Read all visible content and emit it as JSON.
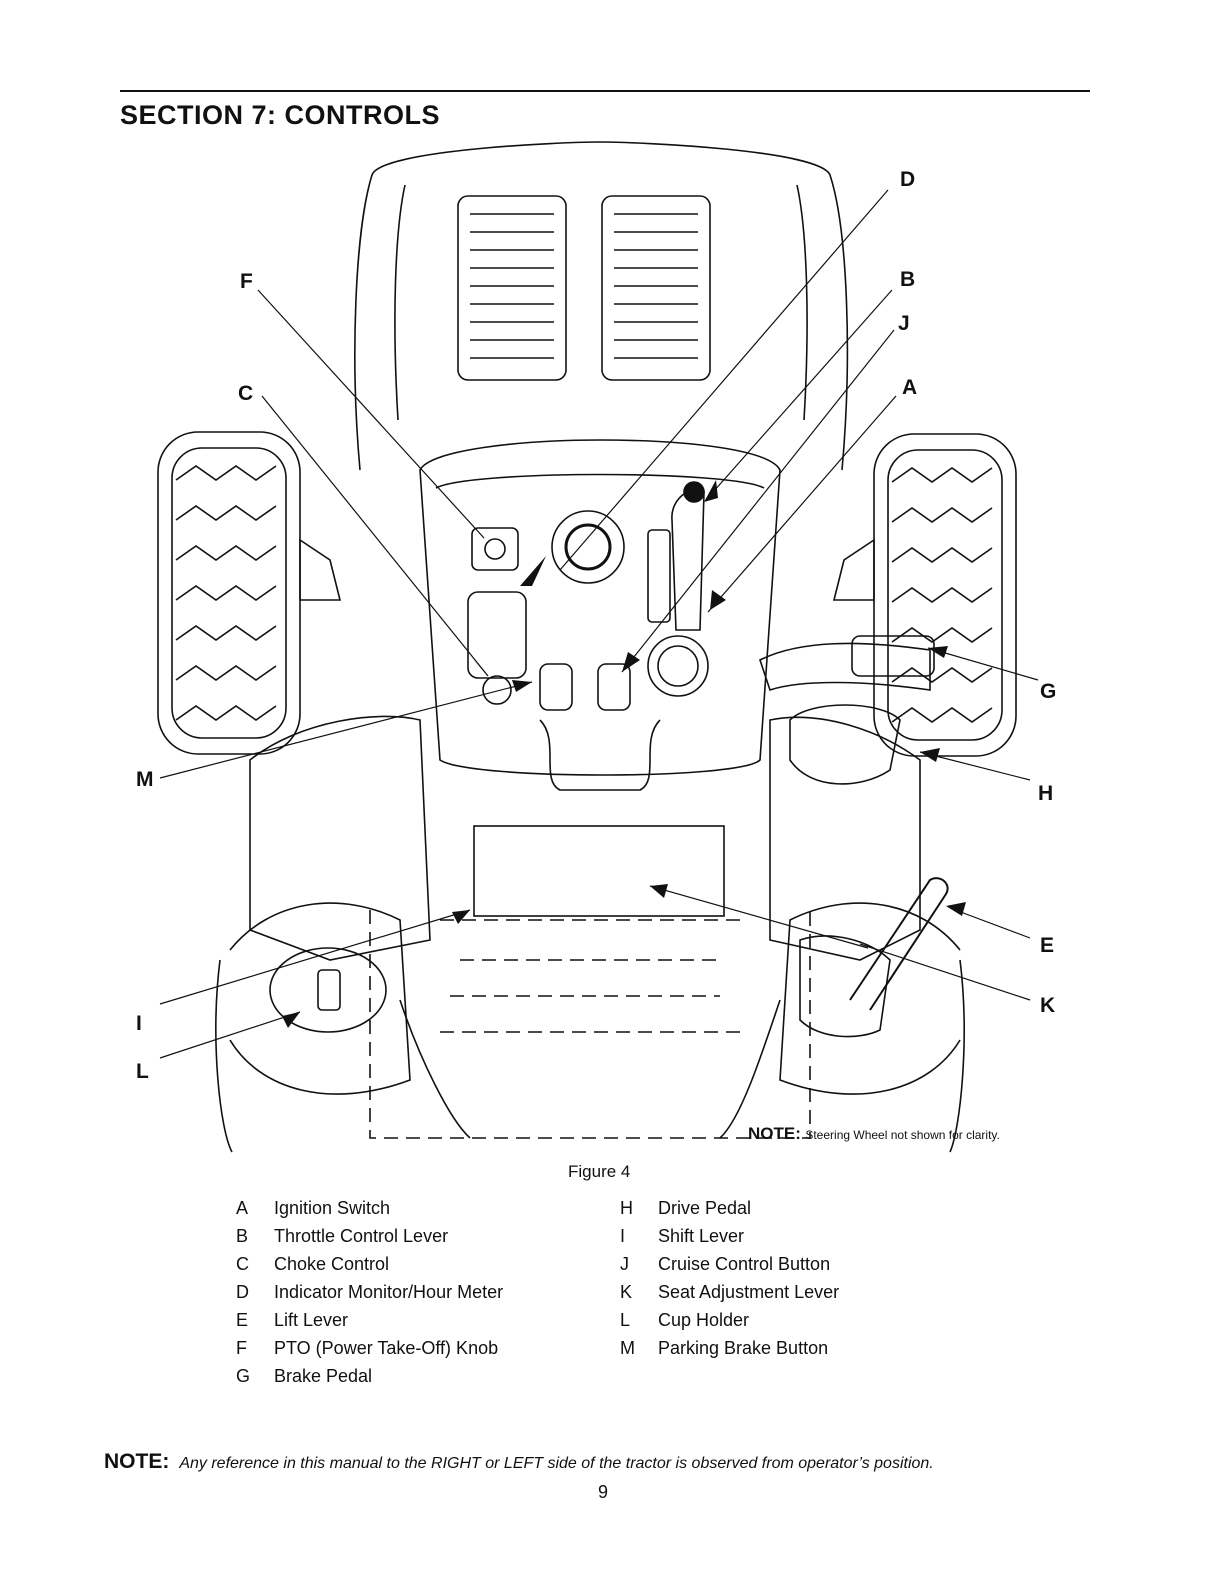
{
  "section_title": "SECTION 7: CONTROLS",
  "callouts": {
    "A": "A",
    "B": "B",
    "C": "C",
    "D": "D",
    "E": "E",
    "F": "F",
    "G": "G",
    "H": "H",
    "I": "I",
    "J": "J",
    "K": "K",
    "L": "L",
    "M": "M"
  },
  "figure_note": {
    "label": "NOTE:",
    "text": "Steering Wheel not shown for clarity."
  },
  "figure_caption": "Figure 4",
  "legend": {
    "left": [
      {
        "key": "A",
        "label": "Ignition Switch"
      },
      {
        "key": "B",
        "label": "Throttle Control Lever"
      },
      {
        "key": "C",
        "label": "Choke Control"
      },
      {
        "key": "D",
        "label": "Indicator Monitor/Hour Meter"
      },
      {
        "key": "E",
        "label": "Lift Lever"
      },
      {
        "key": "F",
        "label": "PTO (Power Take-Off) Knob"
      },
      {
        "key": "G",
        "label": "Brake Pedal"
      }
    ],
    "right": [
      {
        "key": "H",
        "label": "Drive Pedal"
      },
      {
        "key": "I",
        "label": "Shift Lever"
      },
      {
        "key": "J",
        "label": "Cruise Control Button"
      },
      {
        "key": "K",
        "label": "Seat Adjustment Lever"
      },
      {
        "key": "L",
        "label": "Cup Holder"
      },
      {
        "key": "M",
        "label": "Parking Brake Button"
      }
    ]
  },
  "bottom_note": {
    "label": "NOTE:",
    "text": "Any reference in this manual to the RIGHT or LEFT side of the tractor is observed from operator’s position."
  },
  "page_number": "9"
}
